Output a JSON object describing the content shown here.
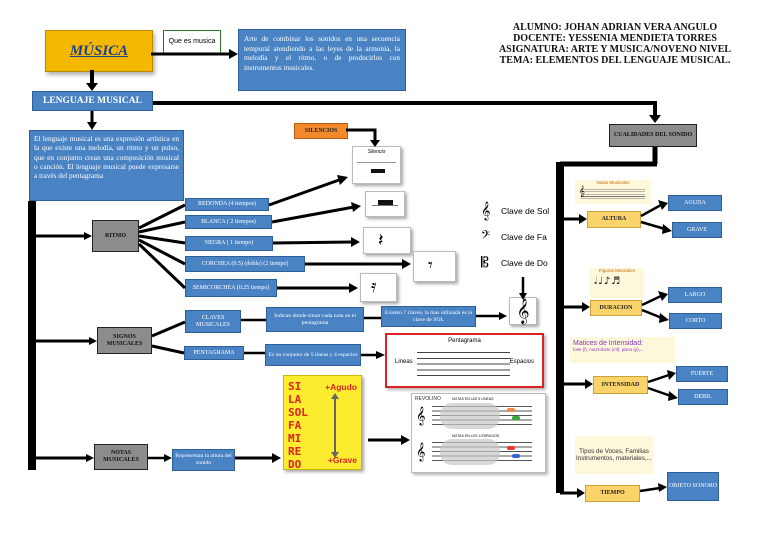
{
  "header": {
    "student": "ALUMNO: JOHAN ADRIAN VERA ANGULO",
    "teacher": "DOCENTE: YESSENIA MENDIETA TORRES",
    "subject": "ASIGNATURA: ARTE Y MUSICA/NOVENO NIVEL",
    "topic": "TEMA: ELEMENTOS DEL LENGUAJE MUSICAL."
  },
  "musica": {
    "title": "MÚSICA",
    "question": "Que es musica",
    "definition": "Arte de combinar los sonidos en una secuencia temporal atendiendo a las leyes de la armonía, la melodía y el ritmo, o de producirlos con instrumentos musicales."
  },
  "lenguaje": {
    "title": "LENGUAJE MUSICAL",
    "definition": "El lenguaje musical es una expresión artística en la que existe una melodía, un ritmo y un pulso, que en conjunto crean una composición musical o canción. El lenguaje musical puede expresarse a través del pentagrama"
  },
  "silencios": {
    "label": "SILENCIOS",
    "image_title": "Silencio"
  },
  "ritmo": {
    "label": "RITMO",
    "figures": [
      "REDONDA (4 tiempos)",
      "BLANCA ( 2 tiempos)",
      "NEGRA ( 1 tiempo)",
      "CORCHEA (0.5) (doble) (2 tiempo)",
      "SEMICORCHEA (0.25 tiempo)"
    ]
  },
  "signos": {
    "label": "SIGNOS MUSICALES",
    "claves": {
      "label": "CLAVES MUSICALES",
      "desc": "Indican donde situar cada nota en el pentagrama",
      "detail": "Existen 7 claves, la mas utilizada es la clave de SOL",
      "list": [
        "Clave de Sol",
        "Clave de Fa",
        "Clave de Do"
      ]
    },
    "pentagrama": {
      "label": "PENTAGRAMA",
      "desc": "Es un conjunto de 5 lineas y 4 espacios",
      "image_title": "Pentagrama",
      "lines_label": "Lineas",
      "spaces_label": "Espacios"
    }
  },
  "notas": {
    "label": "NOTAS MUSICALES",
    "desc": "Representan la altura del sonido",
    "solfa": [
      "SI",
      "LA",
      "SOL",
      "FA",
      "MI",
      "RE",
      "DO"
    ],
    "agudo": "+Agudo",
    "grave": "+Grave",
    "hands_brand": "REVOLINO",
    "hands_caption_top": "NOTAS EN LAS 5 LINEAS",
    "hands_caption_bottom": "NOTAS EN LOS 4 ESPACIOS"
  },
  "cualidades": {
    "title": "CUALIDADES DEL SONIDO",
    "items": [
      {
        "label": "ALTURA",
        "image_caption": "Notas Musicales",
        "options": [
          "AGUDA",
          "GRAVE"
        ]
      },
      {
        "label": "DURACION",
        "image_caption": "Figuras Musicales",
        "options": [
          "LARGO",
          "CORTO"
        ]
      },
      {
        "label": "INTENSIDAD",
        "image_caption": "Matices de Intensidad:",
        "image_sub": "forte (f), mezzoforte (mf), piano (p),...",
        "options": [
          "FUERTE",
          "DEBIL"
        ]
      },
      {
        "label": "TIEMPO",
        "image_caption": "Tipos de Voces, Familias Instrumentos, materiales,...",
        "options": [
          "OBJETO SONORO"
        ]
      }
    ]
  },
  "colors": {
    "blue_box": "#4a83c4",
    "yellow_box": "#fbd36b",
    "orange_box": "#f08a2c",
    "gray_box": "#8c8c8c",
    "musica_box": "#f5b800"
  }
}
